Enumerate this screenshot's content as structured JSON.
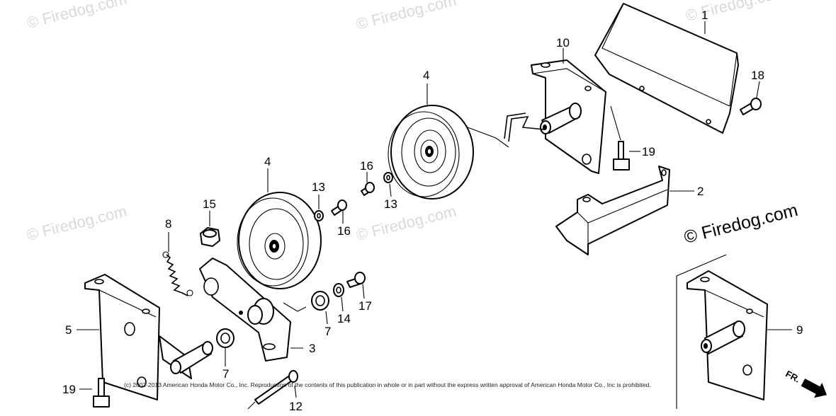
{
  "watermarks": {
    "small": "© Firedog.com",
    "large": "© Firedog.com"
  },
  "callouts": [
    "1",
    "2",
    "3",
    "4",
    "4",
    "5",
    "7",
    "7",
    "8",
    "9",
    "10",
    "12",
    "13",
    "13",
    "14",
    "15",
    "16",
    "16",
    "17",
    "18",
    "19",
    "19"
  ],
  "labels": {
    "p1": "1",
    "p2": "2",
    "p3": "3",
    "p4a": "4",
    "p4b": "4",
    "p5": "5",
    "p7a": "7",
    "p7b": "7",
    "p8": "8",
    "p9": "9",
    "p10": "10",
    "p12": "12",
    "p13a": "13",
    "p13b": "13",
    "p14": "14",
    "p15": "15",
    "p16a": "16",
    "p16b": "16",
    "p17": "17",
    "p18": "18",
    "p19a": "19",
    "p19b": "19"
  },
  "copyright": "(c) 2002-2013 American Honda Motor Co., Inc. Reproduction of the contents of this publication in whole or in part without the express written approval of American Honda Motor Co., Inc is prohibited.",
  "front_arrow": "FR."
}
